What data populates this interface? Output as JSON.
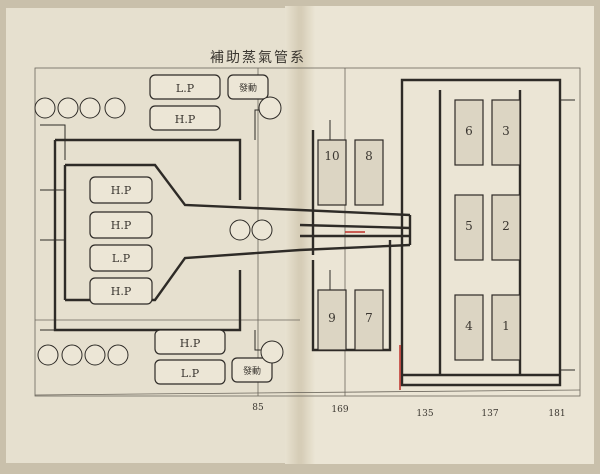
{
  "title": "補助蒸氣管系",
  "colors": {
    "paper": "#e8e2d1",
    "ink": "#2e2b27",
    "red_mark": "#c0302a"
  },
  "left_page": {
    "engine_boxes": [
      {
        "label": "L.P"
      },
      {
        "label": "H.P"
      },
      {
        "label": "發動"
      },
      {
        "label": "H.P"
      },
      {
        "label": "H.P"
      },
      {
        "label": "L.P"
      },
      {
        "label": "H.P"
      },
      {
        "label": "H.P"
      },
      {
        "label": "L.P"
      },
      {
        "label": "發動"
      }
    ]
  },
  "right_page": {
    "boilers_mid": [
      {
        "label": "10"
      },
      {
        "label": "8"
      },
      {
        "label": "9"
      },
      {
        "label": "7"
      }
    ],
    "boilers_main": [
      {
        "label": "6"
      },
      {
        "label": "3"
      },
      {
        "label": "5"
      },
      {
        "label": "2"
      },
      {
        "label": "4"
      },
      {
        "label": "1"
      }
    ]
  },
  "frame_numbers": [
    "85",
    "169",
    "135",
    "137",
    "181"
  ]
}
